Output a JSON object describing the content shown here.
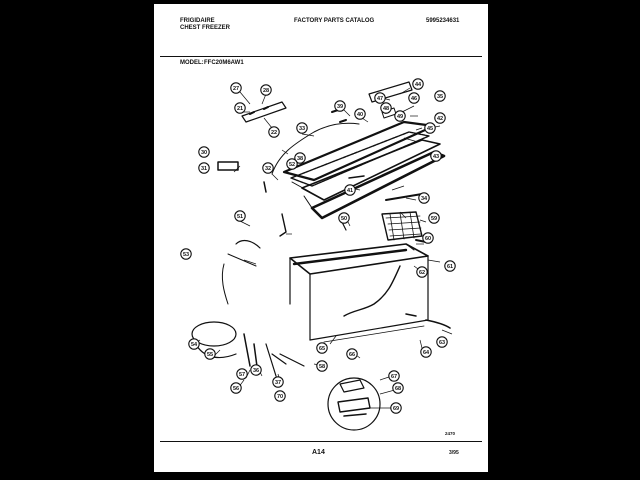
{
  "header": {
    "brand": "FRIGIDAIRE",
    "product": "CHEST FREEZER",
    "catalog": "FACTORY PARTS CATALOG",
    "catalog_number": "5995234631",
    "model_label": "MODEL:",
    "model_number": "FFC20M6AW1"
  },
  "footer": {
    "page": "A14",
    "date": "3/95",
    "figure_code": "2470"
  },
  "callouts": [
    "27",
    "28",
    "21",
    "22",
    "30",
    "31",
    "32",
    "33",
    "34",
    "35",
    "36",
    "37",
    "38",
    "39",
    "40",
    "41",
    "42",
    "43",
    "44",
    "45",
    "46",
    "47",
    "48",
    "49",
    "50",
    "51",
    "52",
    "53",
    "54",
    "55",
    "56",
    "57",
    "58",
    "59",
    "60",
    "61",
    "62",
    "63",
    "64",
    "65",
    "66",
    "67",
    "68",
    "69",
    "70"
  ],
  "colors": {
    "ink": "#111111",
    "paper": "#ffffff",
    "background": "#000000"
  }
}
